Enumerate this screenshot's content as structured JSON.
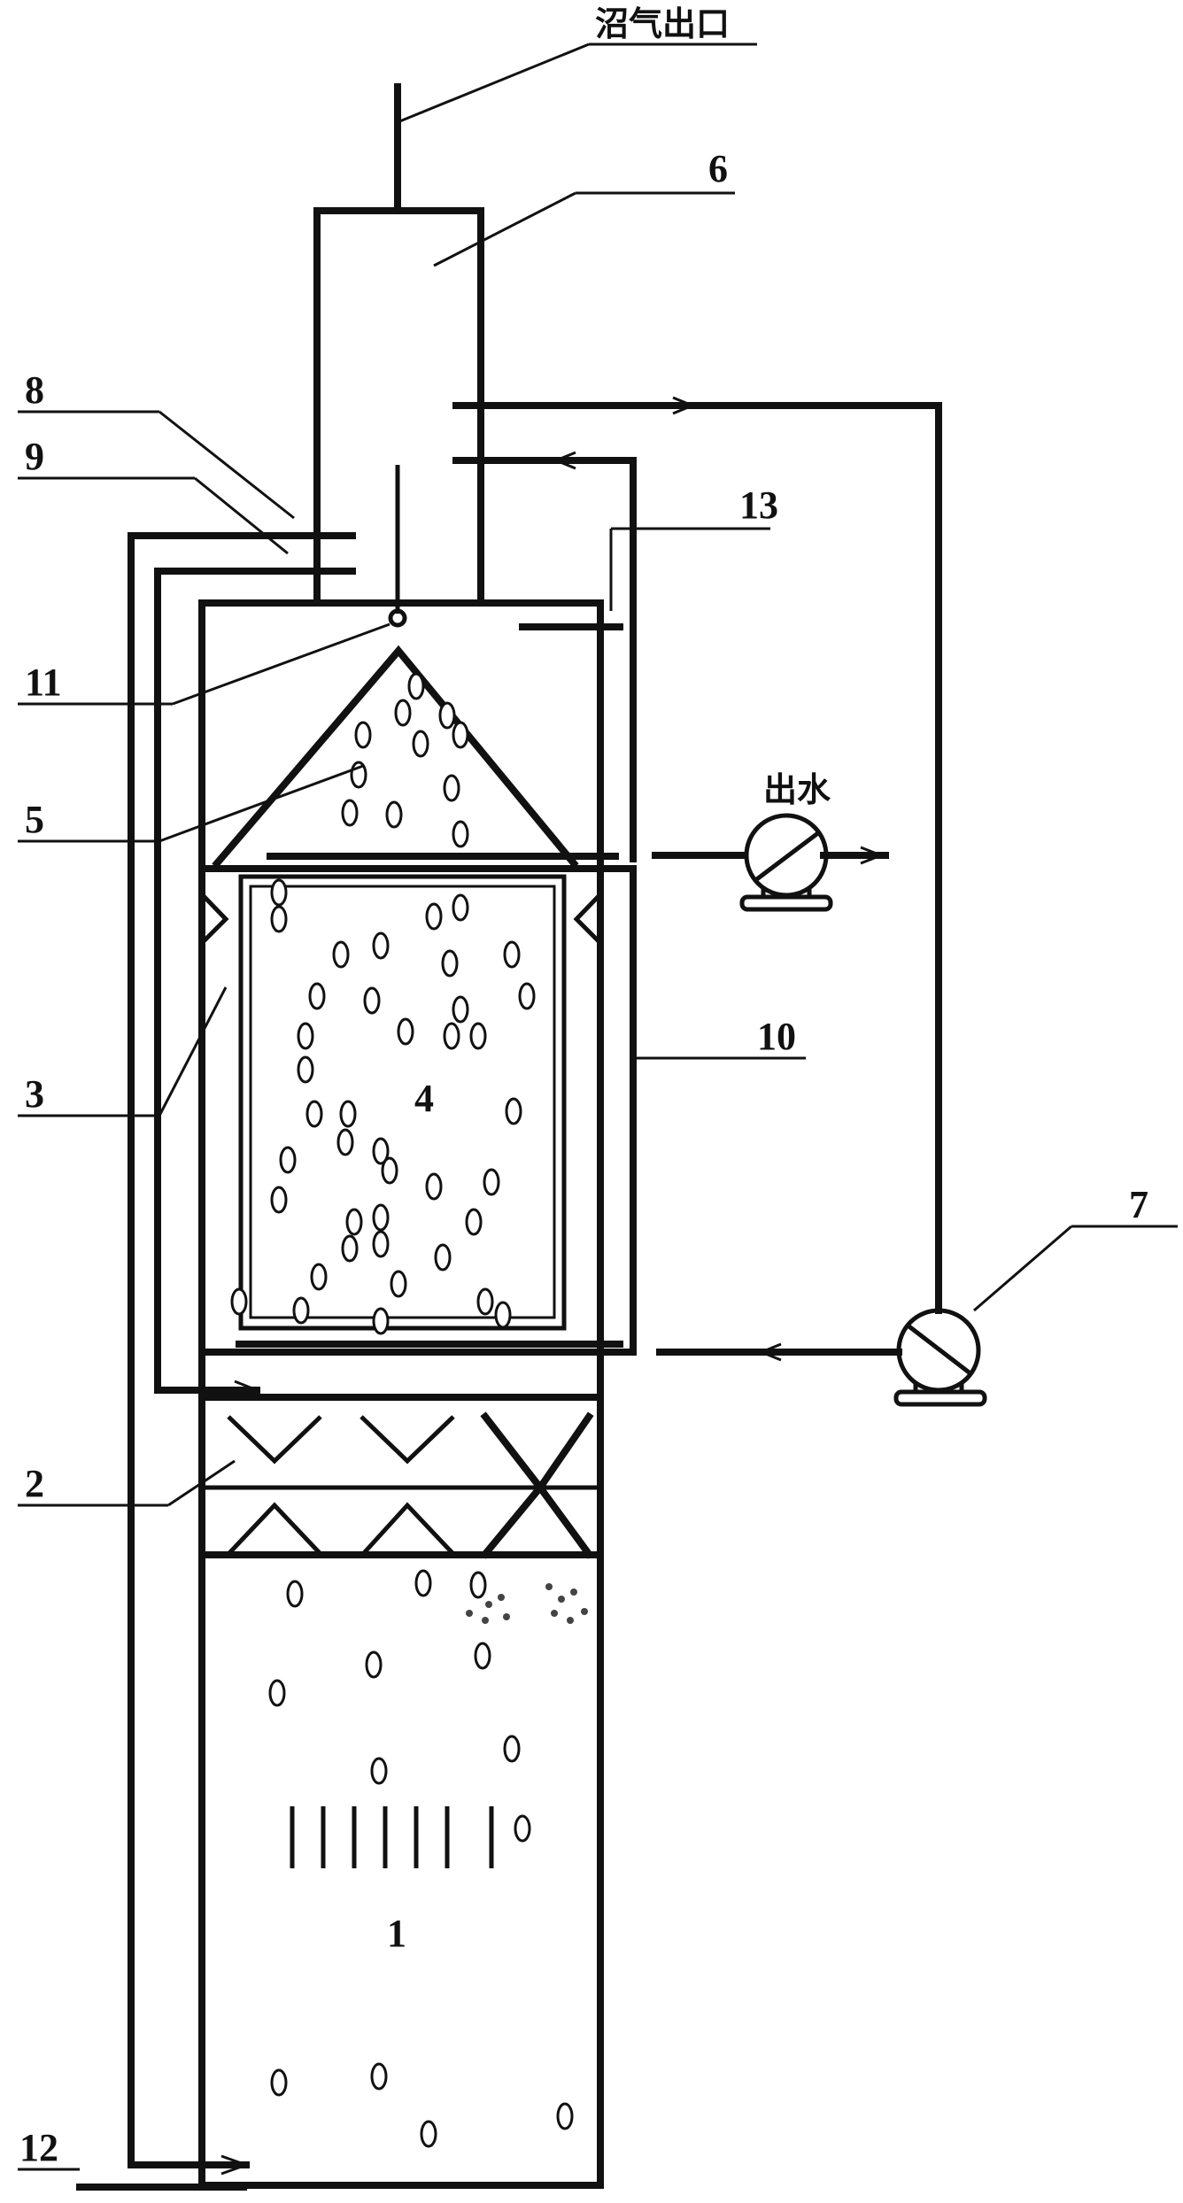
{
  "labels": {
    "biogas_outlet": "沼气出口",
    "water_outlet": "出水",
    "n1": "1",
    "n2": "2",
    "n3": "3",
    "n4": "4",
    "n5": "5",
    "n6": "6",
    "n7": "7",
    "n8": "8",
    "n9": "9",
    "n10": "10",
    "n11": "11",
    "n12": "12",
    "n13": "13"
  },
  "colors": {
    "line": "#111111",
    "background": "#ffffff",
    "sludge": "#444444"
  },
  "icons": [
    "pump-icon",
    "flow-arrow-icon",
    "bubble-icon",
    "sludge-particles-icon"
  ]
}
